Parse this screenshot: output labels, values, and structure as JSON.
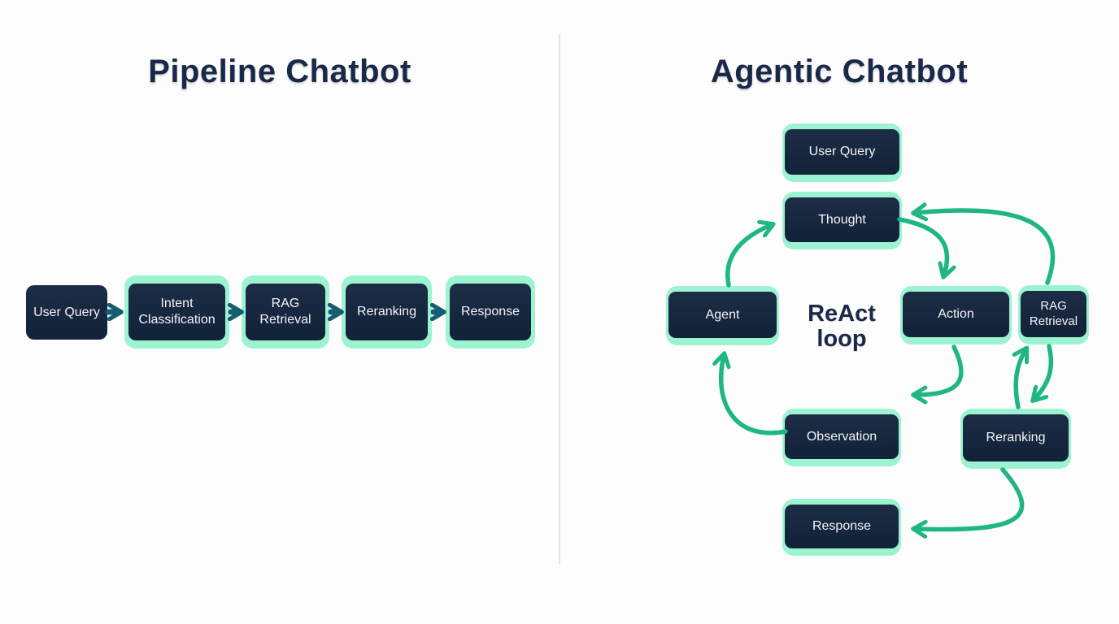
{
  "left_panel": {
    "title": "Pipeline Chatbot",
    "nodes": [
      {
        "label": "User Query",
        "highlighted": false
      },
      {
        "label": "Intent Classification",
        "highlighted": true
      },
      {
        "label": "RAG Retrieval",
        "highlighted": true
      },
      {
        "label": "Reranking",
        "highlighted": true
      },
      {
        "label": "Response",
        "highlighted": true
      }
    ],
    "edges": [
      {
        "from": "User Query",
        "to": "Intent Classification"
      },
      {
        "from": "Intent Classification",
        "to": "RAG Retrieval"
      },
      {
        "from": "RAG Retrieval",
        "to": "Reranking"
      },
      {
        "from": "Reranking",
        "to": "Response"
      }
    ]
  },
  "right_panel": {
    "title": "Agentic Chatbot",
    "center_label_line1": "ReAct",
    "center_label_line2": "loop",
    "nodes": [
      {
        "label": "User Query"
      },
      {
        "label": "Thought"
      },
      {
        "label": "Agent"
      },
      {
        "label": "Action"
      },
      {
        "label": "RAG Retrieval"
      },
      {
        "label": "Observation"
      },
      {
        "label": "Reranking"
      },
      {
        "label": "Response"
      }
    ],
    "edges": [
      {
        "from": "Agent",
        "to": "Thought"
      },
      {
        "from": "Thought",
        "to": "Action"
      },
      {
        "from": "Action",
        "to": "Observation"
      },
      {
        "from": "Observation",
        "to": "Agent"
      },
      {
        "from": "RAG Retrieval",
        "to": "Thought"
      },
      {
        "from": "RAG Retrieval",
        "to": "Reranking"
      },
      {
        "from": "Reranking",
        "to": "RAG Retrieval"
      },
      {
        "from": "Reranking",
        "to": "Response"
      }
    ]
  },
  "colors": {
    "background": "#fdfdfd",
    "node_dark": "#16263c",
    "node_highlight_mint": "#9cf3d2",
    "node_text": "#f3f6f9",
    "title_navy": "#1b2949",
    "pipeline_arrow_teal": "#175d72",
    "loop_arrow_green": "#1eb685",
    "divider_gray": "#e3e4e5"
  }
}
